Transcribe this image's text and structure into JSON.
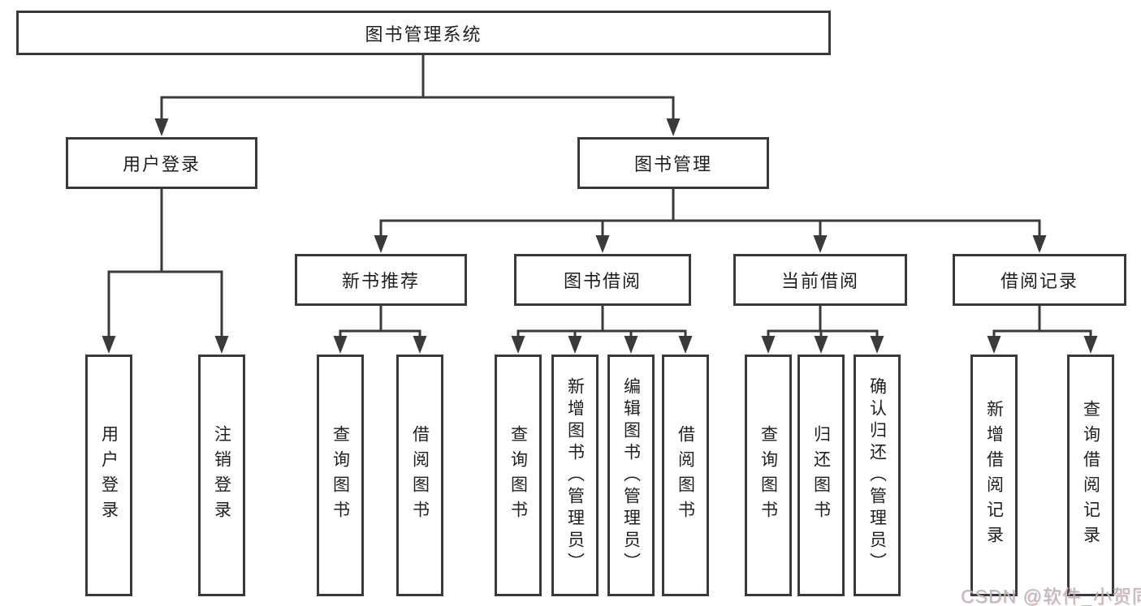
{
  "tree": {
    "root": {
      "label": "图书管理系统"
    },
    "user_login": {
      "label": "用户登录",
      "leaves": [
        "用户登录",
        "注销登录"
      ]
    },
    "book_management": {
      "label": "图书管理",
      "sections": {
        "new_books": {
          "label": "新书推荐",
          "leaves": [
            "查询图书",
            "借阅图书"
          ]
        },
        "borrowing": {
          "label": "图书借阅",
          "leaves": [
            "查询图书",
            "新增图书（管理员）",
            "编辑图书（管理员）",
            "借阅图书"
          ]
        },
        "current": {
          "label": "当前借阅",
          "leaves": [
            "查询图书",
            "归还图书",
            "确认归还（管理员）"
          ]
        },
        "records": {
          "label": "借阅记录",
          "leaves": [
            "新增借阅记录",
            "查询借阅记录"
          ]
        }
      }
    }
  },
  "watermark": "CSDN @软件_小贺同学",
  "colors": {
    "line": "#3a3a3a",
    "text": "#1f1f1f",
    "watermark": "#b7bac6",
    "background": "#ffffff"
  }
}
